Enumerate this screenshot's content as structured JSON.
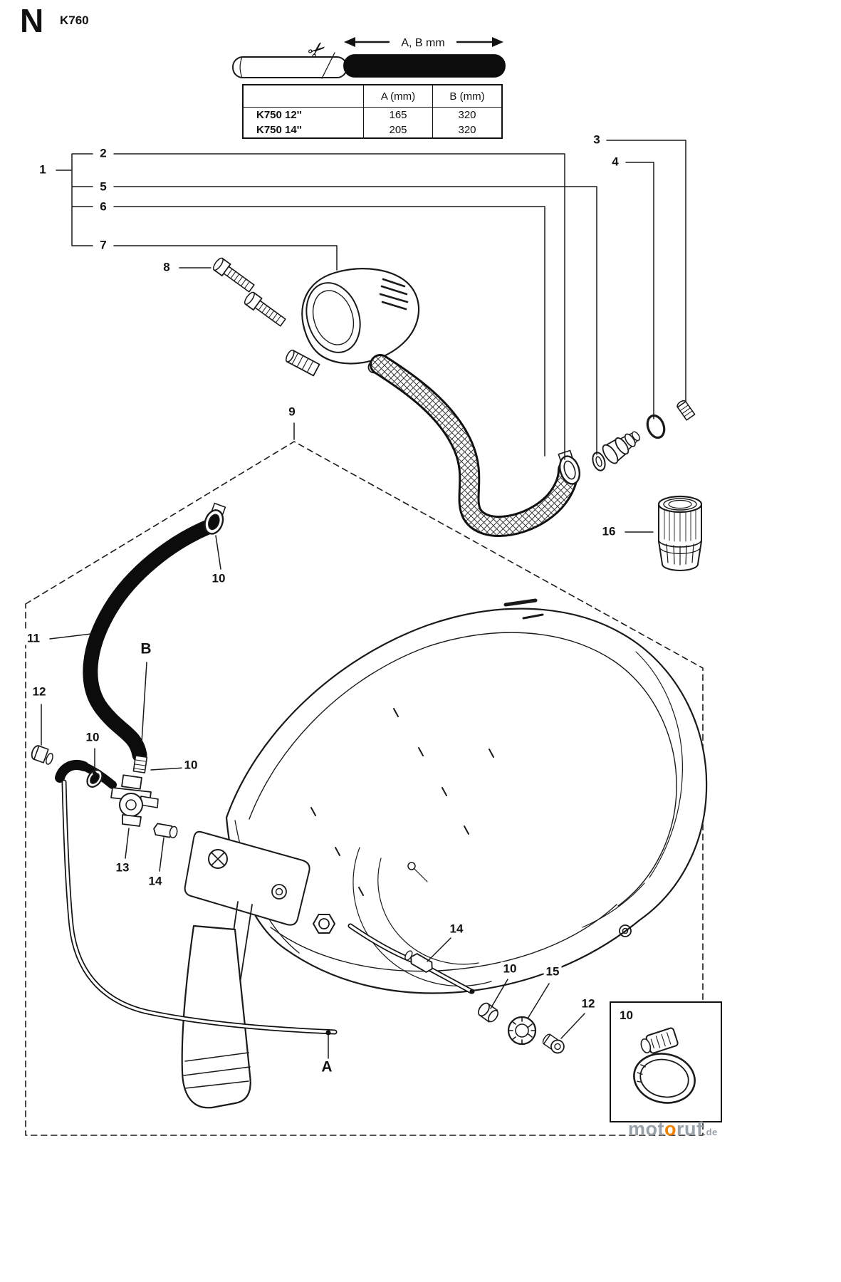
{
  "header": {
    "section_letter": "N",
    "model": "K760"
  },
  "dimension_figure": {
    "arrow_label": "A, B mm",
    "scissors_icon": "✂"
  },
  "table": {
    "col_headers": [
      "A (mm)",
      "B (mm)"
    ],
    "rows": [
      {
        "model": "K750 12''",
        "a_mm": "165",
        "b_mm": "320"
      },
      {
        "model": "K750 14''",
        "a_mm": "205",
        "b_mm": "320"
      }
    ]
  },
  "callouts": {
    "n1": "1",
    "n2": "2",
    "n3": "3",
    "n4": "4",
    "n5": "5",
    "n6": "6",
    "n7": "7",
    "n8": "8",
    "n9": "9",
    "n10": "10",
    "n11": "11",
    "n12": "12",
    "n13": "13",
    "n14": "14",
    "n15": "15",
    "n16": "16"
  },
  "ref_labels": {
    "a": "A",
    "b": "B"
  },
  "inset": {
    "label": "10"
  },
  "watermark": {
    "part1": "mot",
    "part_o": "o",
    "part2": "ruf",
    "suffix": ".de"
  },
  "colors": {
    "line": "#1a1a1a",
    "hose": "#0c0c0c",
    "watermark_gray": "#98a0a8",
    "watermark_orange": "#f08300"
  }
}
